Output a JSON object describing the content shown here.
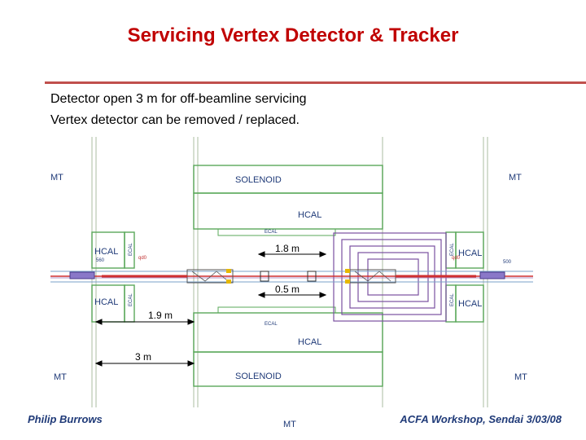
{
  "title": "Servicing Vertex Detector & Tracker",
  "bullets": [
    "Detector open 3 m for off-beamline servicing",
    "Vertex detector can be removed / replaced."
  ],
  "footer": {
    "author": "Philip Burrows",
    "event": "ACFA Workshop, Sendai   3/03/08"
  },
  "diagram": {
    "mt": "MT",
    "solenoid": "SOLENOID",
    "hcal": "HCAL",
    "ecal": "ECAL",
    "dim_1_8": "1.8 m",
    "dim_0_5": "0.5 m",
    "dim_1_9": "1.9 m",
    "dim_3": "3 m",
    "small_qd0": "qd0",
    "small_560": "560",
    "small_500": "500"
  },
  "colors": {
    "title": "#c00000",
    "rule": "#c0504d",
    "footer": "#1f3a78",
    "detector_line": "#5aa85a",
    "diagram_text": "#1f3a78",
    "dimension": "#000000",
    "beam": "#d03030"
  }
}
